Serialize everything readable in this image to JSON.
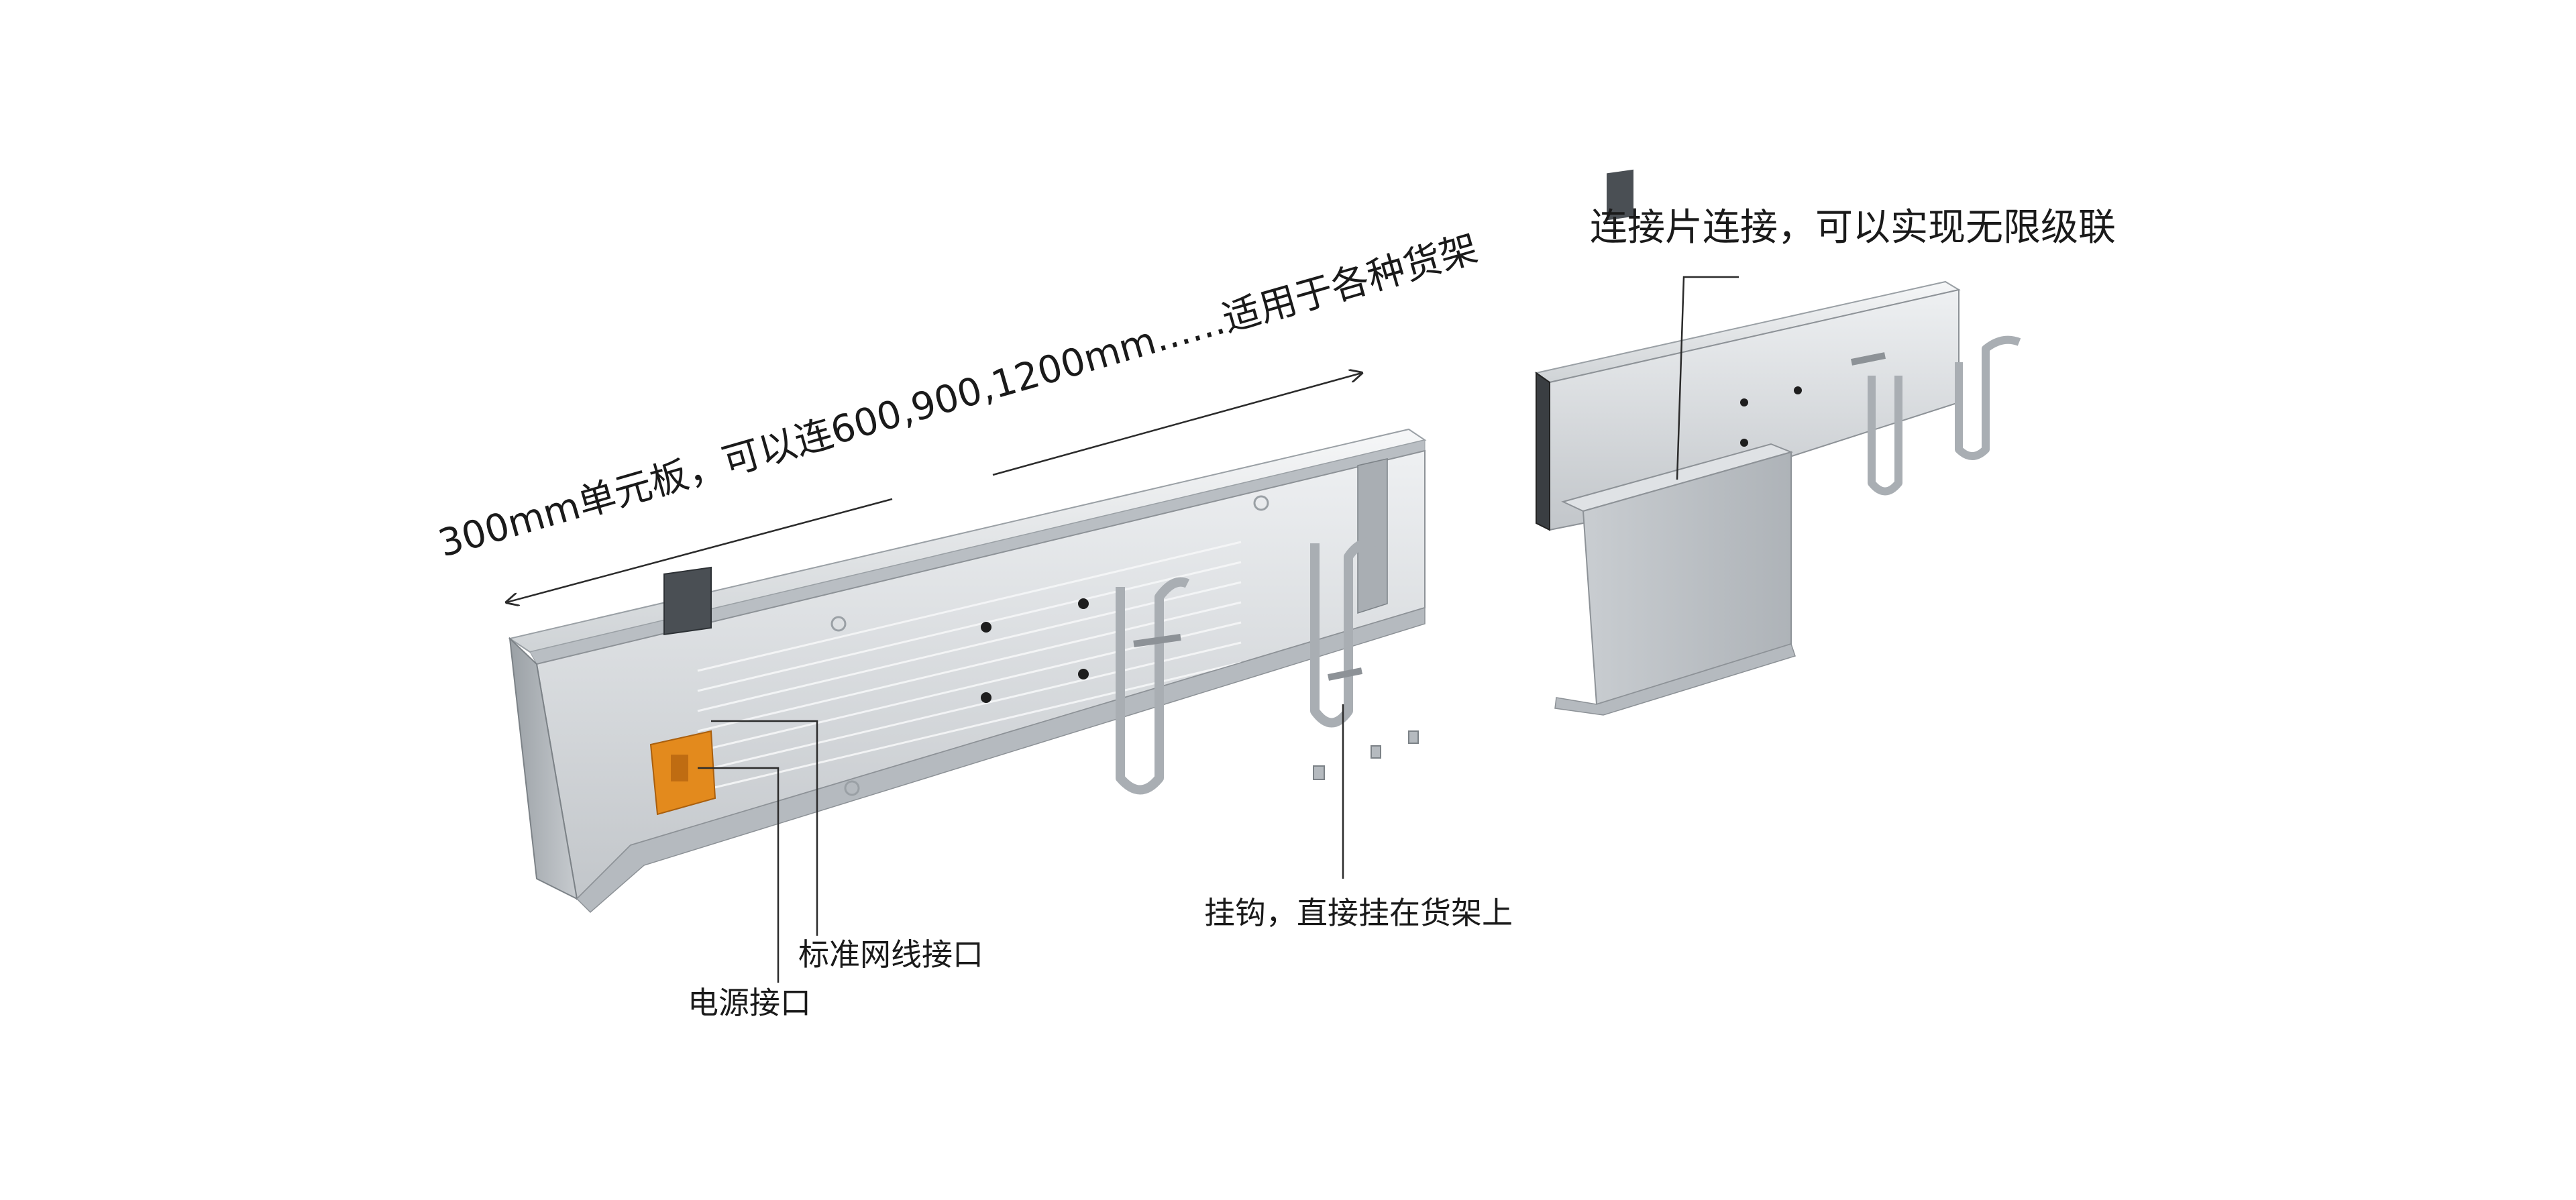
{
  "labels": {
    "length_note": "300mm单元板，可以连600,900,1200mm......适用于各种货架",
    "connector_note": "连接片连接，可以实现无限级联",
    "hook_note": "挂钩，直接挂在货架上",
    "network_port": "标准网线接口",
    "power_port": "电源接口"
  },
  "colors": {
    "background": "#ffffff",
    "panel_light": "#e2e5e8",
    "panel_mid": "#c9cdd1",
    "panel_dark": "#8d9297",
    "connector_orange": "#e38a1d",
    "line": "#2b2b2b"
  }
}
